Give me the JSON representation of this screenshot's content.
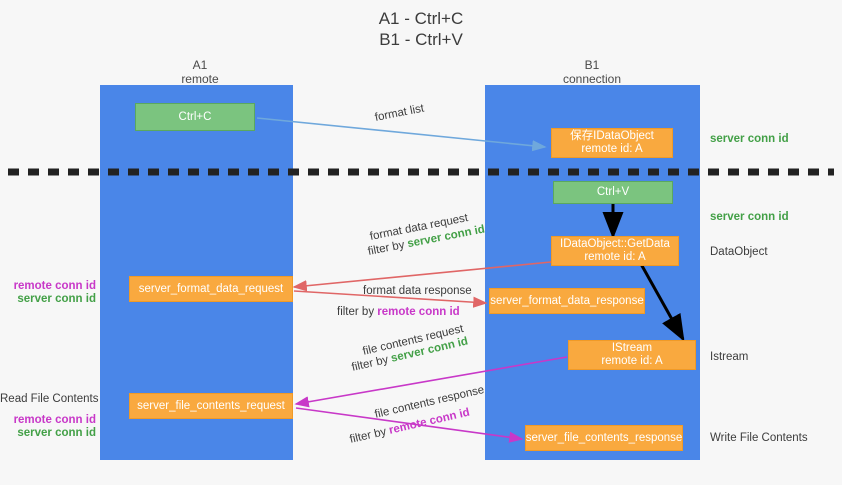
{
  "title": "A1 - Ctrl+C\nB1 - Ctrl+V",
  "columns": [
    {
      "name": "A1",
      "role": "remote"
    },
    {
      "name": "B1",
      "role": "connection"
    }
  ],
  "boxes": {
    "ctrl_c": "Ctrl+C",
    "ctrl_v": "Ctrl+V",
    "idataobject_line1": "保存IDataObject",
    "idataobject_line2": "remote id: A",
    "getdata_line1": "IDataObject::GetData",
    "getdata_line2": "remote id: A",
    "istream_line1": "IStream",
    "istream_line2": "remote id: A",
    "server_format_data_request": "server_format_data_request",
    "server_format_data_response": "server_format_data_response",
    "server_file_contents_request": "server_file_contents_request",
    "server_file_contents_response": "server_file_contents_response"
  },
  "edge_labels": {
    "format_list": "format list",
    "format_data_request": "format data request",
    "format_data_request_filter_prefix": "filter by ",
    "format_data_request_filter_key": "server conn id",
    "format_data_response": "format data response",
    "format_data_response_filter_prefix": "filter by ",
    "format_data_response_filter_key": "remote conn id",
    "file_contents_request": "file contents request",
    "file_contents_request_filter_prefix": "filter by ",
    "file_contents_request_filter_key": "server conn id",
    "file_contents_response": "file contents response",
    "file_contents_response_filter_prefix": "filter by ",
    "file_contents_response_filter_key": "remote conn id"
  },
  "right_annotations": {
    "server_conn_id_top": "server conn id",
    "server_conn_id_second": "server conn id",
    "dataobject": "DataObject",
    "istream": "Istream",
    "write_file_contents": "Write File Contents"
  },
  "left_annotations": {
    "remote_conn_id_top": "remote conn id",
    "server_conn_id_top": "server conn id",
    "read_file_contents": "Read File Contents",
    "remote_conn_id_bottom": "remote conn id",
    "server_conn_id_bottom": "server conn id"
  },
  "colors": {
    "lane": "#4a86e8",
    "green_box": "#7bc47f",
    "orange_box": "#f9a93f",
    "green_text": "#43a047",
    "magenta_text": "#c838c8",
    "blue_arrow": "#6fa8dc",
    "red_arrow": "#e06666",
    "black_arrow": "#000000",
    "background": "#f7f7f7"
  }
}
